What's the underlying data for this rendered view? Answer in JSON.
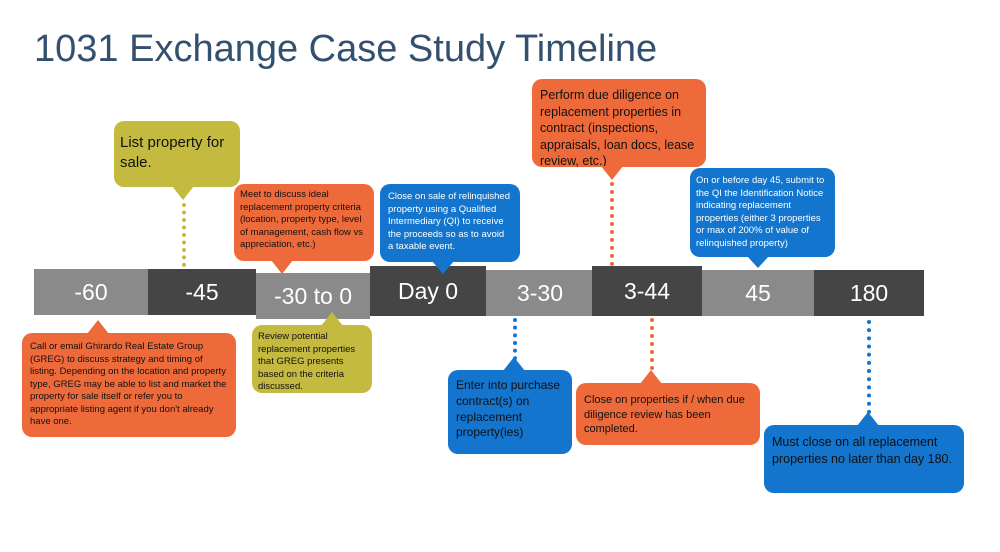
{
  "title": "1031 Exchange Case Study Timeline",
  "timeline": {
    "segments": [
      {
        "label": "-60"
      },
      {
        "label": "-45"
      },
      {
        "label": "-30 to 0"
      },
      {
        "label": "Day 0"
      },
      {
        "label": "3-30"
      },
      {
        "label": "3-44"
      },
      {
        "label": "45"
      },
      {
        "label": "180"
      }
    ]
  },
  "callouts": {
    "list_property": "List property for sale.",
    "meet_discuss": "Meet to discuss ideal replacement property criteria (location, property type, level of management, cash flow vs appreciation, etc.)",
    "close_on_sale": "Close on sale of relinquished property using a Qualified Intermediary (QI) to receive the proceeds so as to avoid a taxable event.",
    "due_diligence": "Perform due diligence on replacement properties in contract (inspections, appraisals, loan docs, lease review, etc.)",
    "day_45": "On or before day 45, submit to the QI the Identification Notice indicating replacement properties (either 3 properties or max of 200% of value of relinquished property)",
    "call_email": "Call or email Ghirardo Real Estate Group (GREG) to discuss strategy and timing of listing. Depending on the location and property type, GREG may be able to list and market the property for sale itself or refer you to appropriate listing agent if you don't already have one.",
    "review_potential": "Review potential replacement properties that GREG presents based on the criteria discussed.",
    "enter_purchase": "Enter into purchase contract(s) on replacement property(ies)",
    "close_on_properties": "Close on properties if / when due diligence review has been completed.",
    "must_close": "Must close on all replacement properties no later than day 180."
  },
  "colors": {
    "title": "#34506f",
    "segment_light": "#8a8a8a",
    "segment_dark": "#454545",
    "orange": "#ef6a3a",
    "olive": "#c4ba3f",
    "blue": "#1375cd"
  }
}
